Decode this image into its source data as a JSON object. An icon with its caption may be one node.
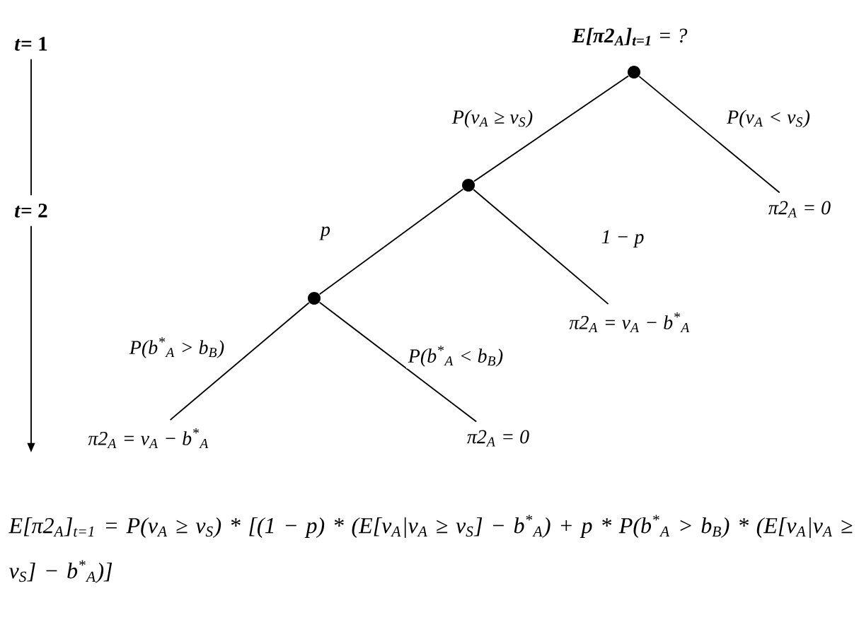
{
  "diagram": {
    "nodes": [
      {
        "text": [
          "*t*= 1"
        ]
      },
      {
        "text": [],
        "shape": "circle",
        "beside": [
          "**E[π2$_{A}$]$_{t=1}$** = ?"
        ]
      },
      {
        "text": [],
        "shape": "circle"
      },
      {
        "text": [
          "*t*= 2"
        ]
      },
      {
        "text": [
          "π2$_{A}$ = 0"
        ]
      },
      {
        "text": [],
        "shape": "circle"
      },
      {
        "text": [
          "π2$_{A}$ = v$_{A}$ − b$^{*}$$_{A}$"
        ]
      },
      {
        "text": [
          "π2$_{A}$ = v$_{A}$ − b$^{*}$$_{A}$"
        ]
      },
      {
        "text": [
          "π2$_{A}$ = 0"
        ]
      }
    ],
    "edges": [
      {
        "from": 0,
        "to": 3,
        "arrow": "none"
      },
      {
        "from": 3,
        "to": null,
        "arrow": "to"
      },
      {
        "from": 1,
        "to": 2,
        "arrow": "none",
        "label": "P(v$_{A}$ ≥ v$_{S}$)"
      },
      {
        "from": 1,
        "to": 4,
        "arrow": "none",
        "label": "P(v$_{A}$ < v$_{S}$)"
      },
      {
        "from": 2,
        "to": 5,
        "arrow": "none",
        "label": "p"
      },
      {
        "from": 2,
        "to": 6,
        "arrow": "none",
        "label": "1 − p"
      },
      {
        "from": 5,
        "to": 7,
        "arrow": "none",
        "label": "P(b$^{*}$$_{A}$ > b$_{B}$)"
      },
      {
        "from": 5,
        "to": 8,
        "arrow": "none",
        "label": "P(b$^{*}$$_{A}$ < b$_{B}$)"
      }
    ],
    "labels": [
      "E[π2$_{A}$]$_{t=1}$ = P(v$_{A}$ ≥ v$_{S}$) * [(1 − p) * (E[v$_{A}$|v$_{A}$ ≥ v$_{S}$] − b$^{*}$$_{A}$) + p * P(b$^{*}$$_{A}$ > b$_{B}$) * (E[v$_{A}$|v$_{A}$ ≥ v$_{S}$] − b$^{*}$$_{A}$)]"
    ]
  }
}
